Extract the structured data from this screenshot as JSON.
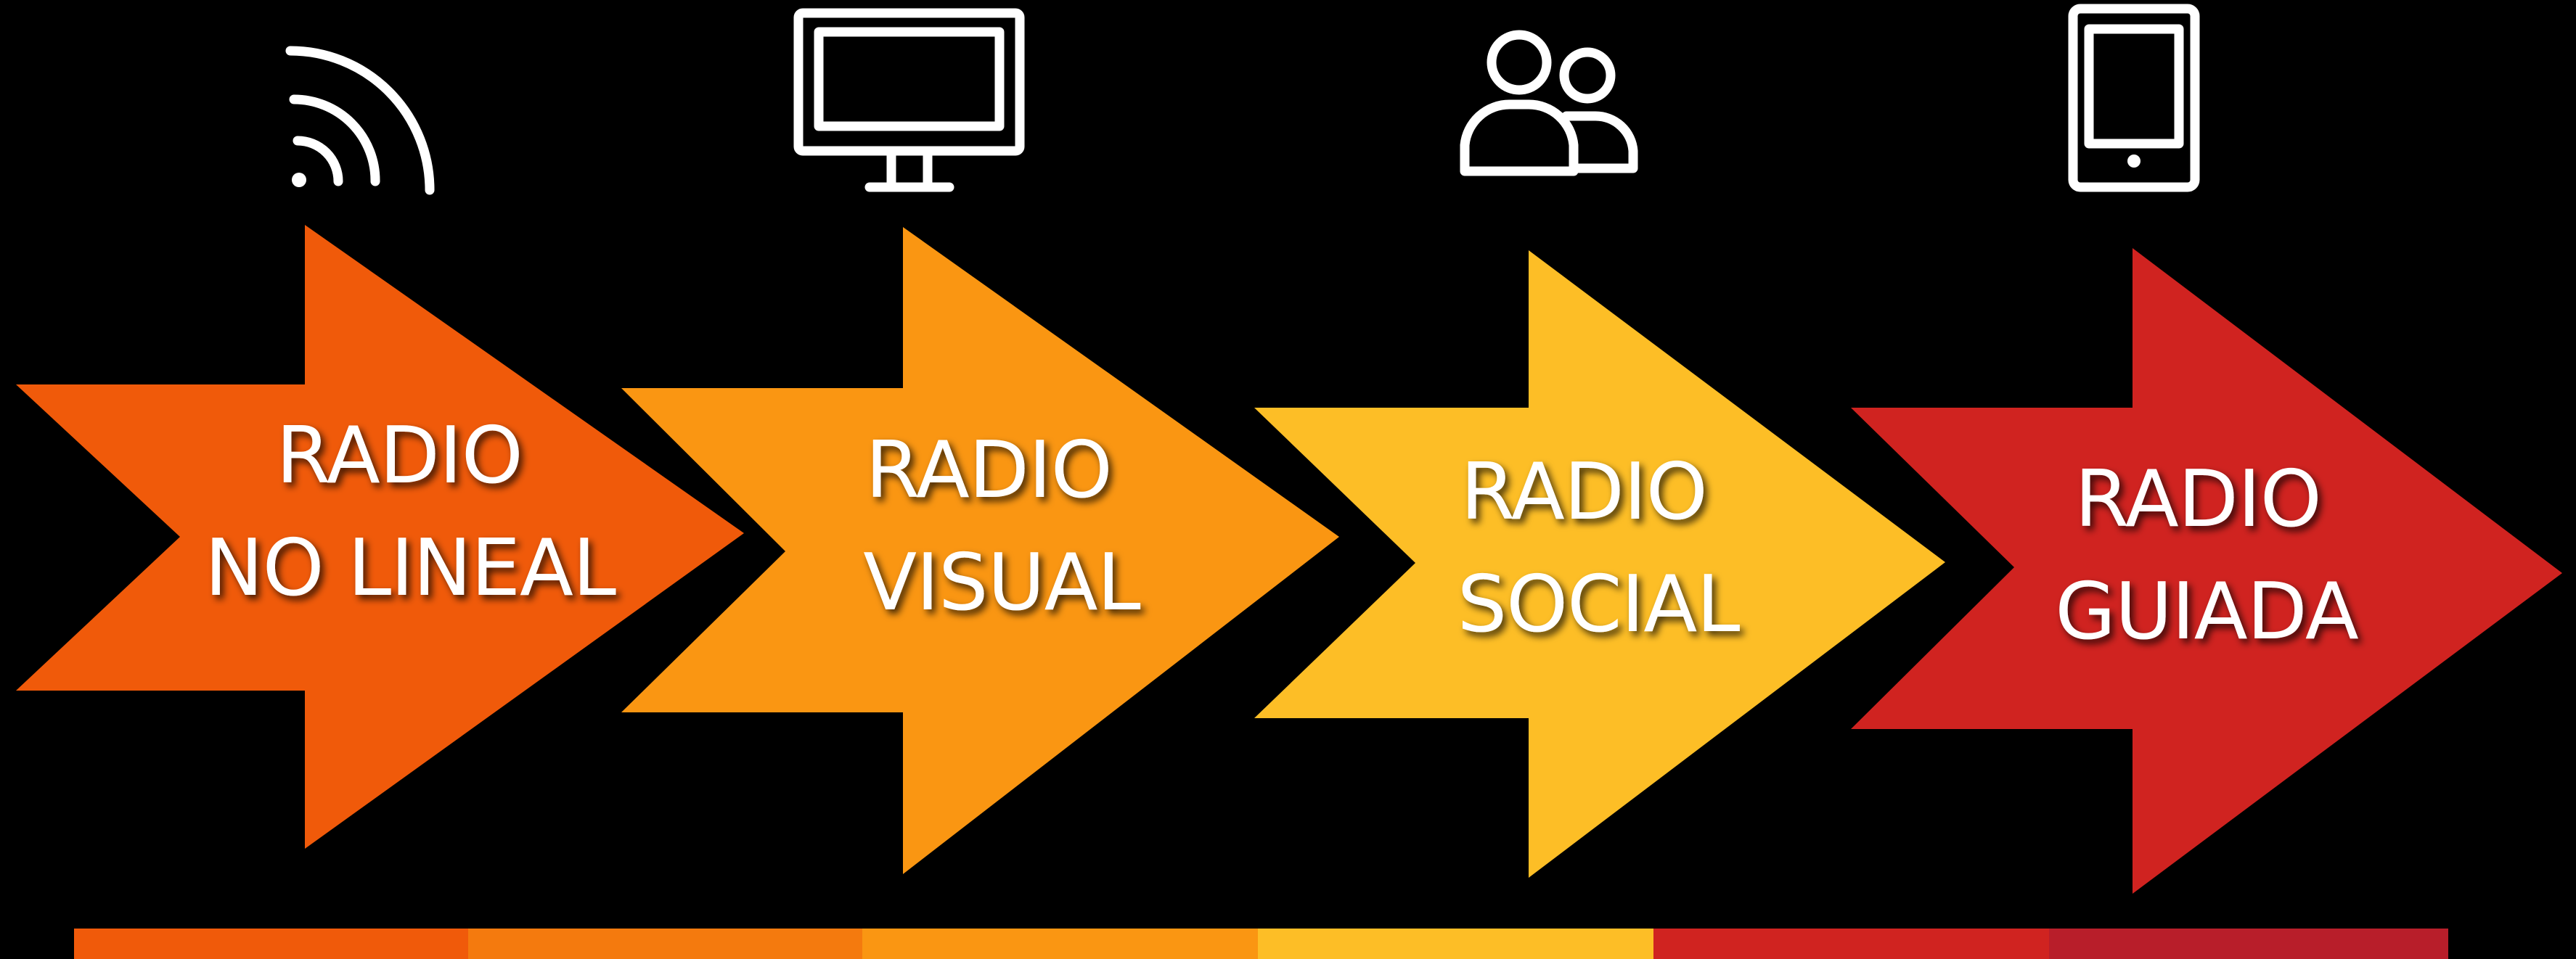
{
  "steps": [
    {
      "icon": "wifi-signal-icon",
      "line1": "RADIO",
      "line2": "NO LINEAL",
      "color": "#F05A0A"
    },
    {
      "icon": "monitor-icon",
      "line1": "RADIO",
      "line2": "VISUAL",
      "color": "#FA9612"
    },
    {
      "icon": "users-icon",
      "line1": "RADIO",
      "line2": "SOCIAL",
      "color": "#FDBE26"
    },
    {
      "icon": "smartphone-icon",
      "line1": "RADIO",
      "line2": "GUIADA",
      "color": "#D02320"
    }
  ],
  "bottom_bar_colors": [
    "#F05A0A",
    "#F47A0E",
    "#FA9612",
    "#FDBE26",
    "#D02320",
    "#B81E2A"
  ]
}
